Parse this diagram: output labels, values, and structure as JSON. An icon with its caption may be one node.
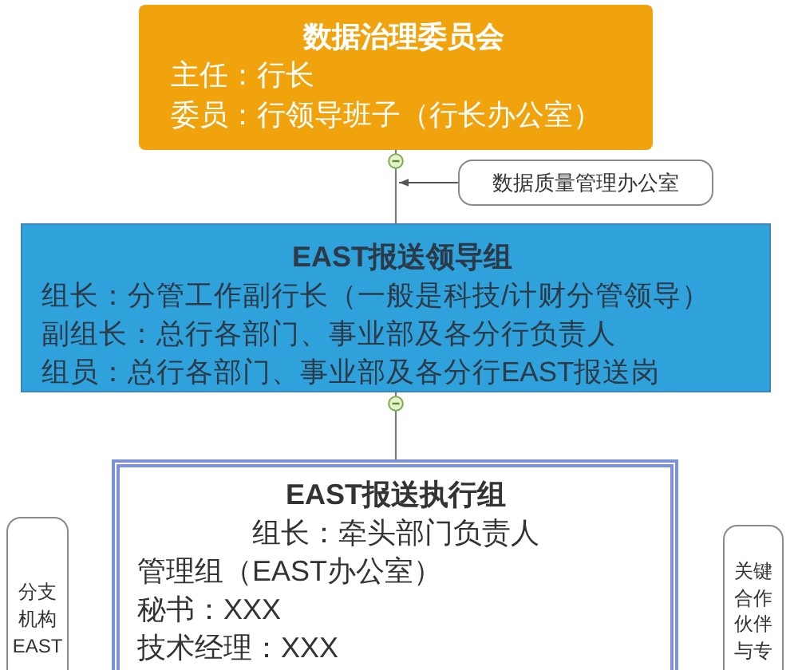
{
  "diagram": {
    "nodes": [
      {
        "text": [
          "数据治理委员会",
          "主任：行长",
          "委员：行领导班子（行长办公室）"
        ]
      },
      {
        "text": [
          "数据质量管理办公室"
        ]
      },
      {
        "text": [
          "EAST报送领导组",
          "组长：分管工作副行长（一般是科技/计财分管领导）",
          "副组长：总行各部门、事业部及各分行负责人",
          "组员：总行各部门、事业部及各分行EAST报送岗"
        ]
      },
      {
        "text": [
          "EAST报送执行组",
          "组长：牵头部门负责人",
          "管理组（EAST办公室）",
          "秘书：XXX",
          "技术经理：XXX"
        ]
      },
      {
        "text": [
          "分支机构EAST"
        ]
      },
      {
        "text": [
          "关键合作伙伴与专"
        ]
      }
    ],
    "edges": [
      {
        "from": 0,
        "to": 2,
        "arrow": "none"
      },
      {
        "from": 1,
        "to": 0,
        "arrow": "to"
      },
      {
        "from": 2,
        "to": 3,
        "arrow": "none"
      }
    ]
  }
}
